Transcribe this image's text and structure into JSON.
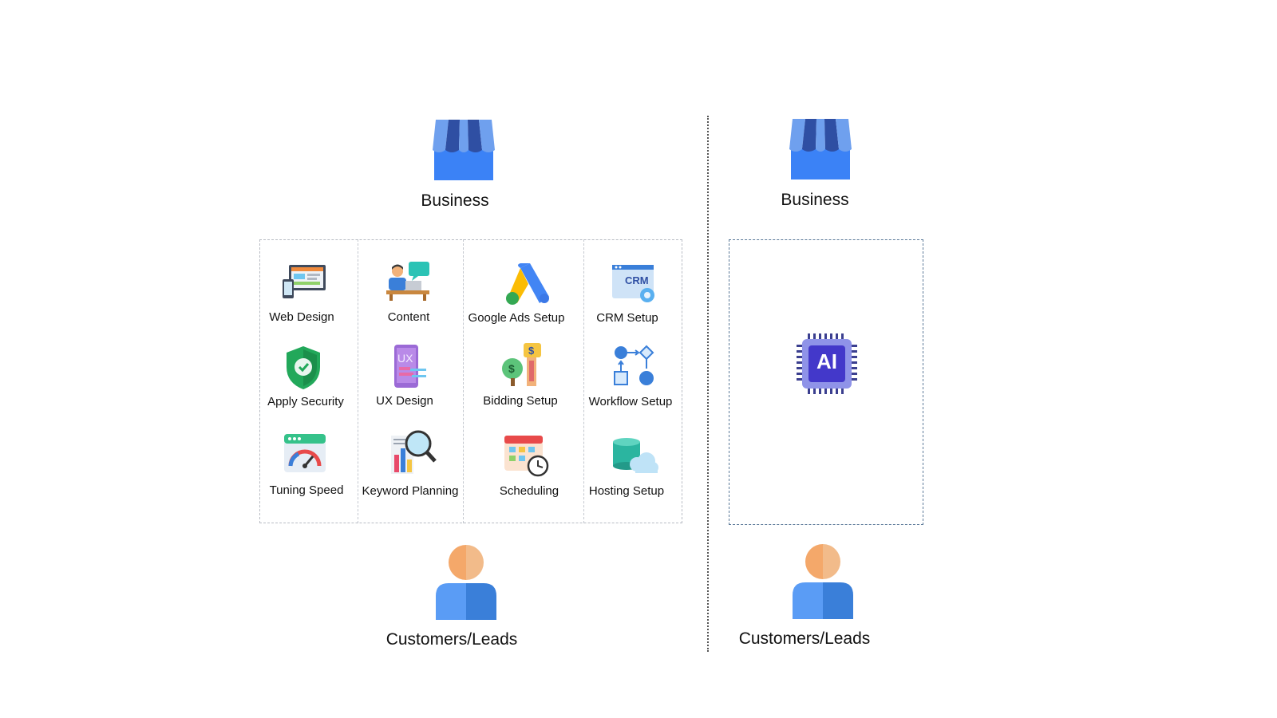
{
  "left_panel": {
    "business_label": "Business",
    "customers_label": "Customers/Leads",
    "services": [
      {
        "label": "Web Design",
        "icon": "web-design-icon"
      },
      {
        "label": "Content",
        "icon": "content-writer-icon"
      },
      {
        "label": "Google Ads Setup",
        "icon": "google-ads-icon"
      },
      {
        "label": "CRM Setup",
        "icon": "crm-icon"
      },
      {
        "label": "Apply Security",
        "icon": "security-shield-icon"
      },
      {
        "label": "UX Design",
        "icon": "ux-design-icon"
      },
      {
        "label": "Bidding Setup",
        "icon": "bidding-icon"
      },
      {
        "label": "Workflow Setup",
        "icon": "workflow-icon"
      },
      {
        "label": "Tuning Speed",
        "icon": "speed-gauge-icon"
      },
      {
        "label": "Keyword Planning",
        "icon": "keyword-search-icon"
      },
      {
        "label": "Scheduling",
        "icon": "calendar-clock-icon"
      },
      {
        "label": "Hosting Setup",
        "icon": "cloud-database-icon"
      }
    ]
  },
  "right_panel": {
    "business_label": "Business",
    "customers_label": "Customers/Leads",
    "ai_chip_text": "AI"
  },
  "colors": {
    "store_light": "#6fa0ee",
    "store_dark": "#2f4fa3",
    "store_body": "#3b82f6",
    "person_head": "#f4a86a",
    "person_body": "#4a8ef0",
    "ai_chip": "#4338ca"
  }
}
